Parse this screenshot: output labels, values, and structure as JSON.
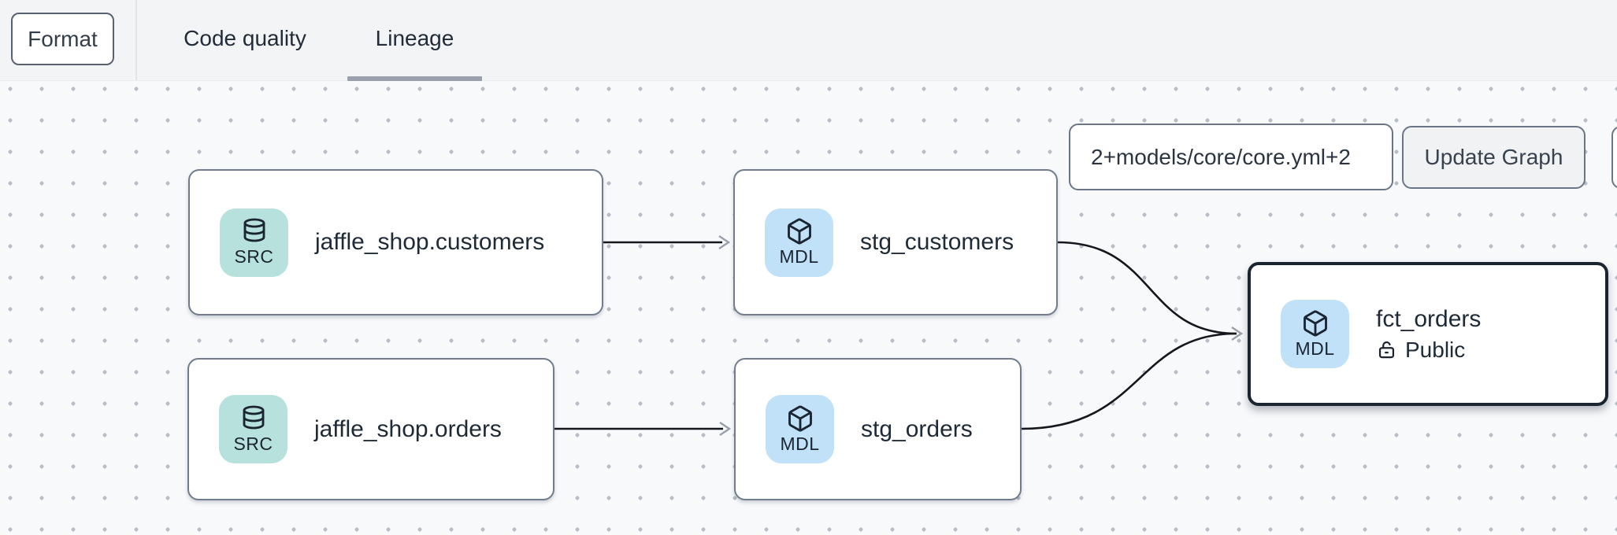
{
  "topbar": {
    "format_label": "Format",
    "tabs": [
      {
        "label": "Code quality",
        "active": false
      },
      {
        "label": "Lineage",
        "active": true
      }
    ]
  },
  "lineage_controls": {
    "selector_value": "2+models/core/core.yml+2",
    "update_button_label": "Update Graph"
  },
  "nodes": [
    {
      "title": "jaffle_shop.customers",
      "badge": "SRC",
      "icon": "database-icon",
      "kind": "source",
      "selected": false
    },
    {
      "title": "jaffle_shop.orders",
      "badge": "SRC",
      "icon": "database-icon",
      "kind": "source",
      "selected": false
    },
    {
      "title": "stg_customers",
      "badge": "MDL",
      "icon": "cube-icon",
      "kind": "model",
      "selected": false
    },
    {
      "title": "stg_orders",
      "badge": "MDL",
      "icon": "cube-icon",
      "kind": "model",
      "selected": false
    },
    {
      "title": "fct_orders",
      "badge": "MDL",
      "icon": "cube-icon",
      "kind": "model",
      "selected": true,
      "access": "Public",
      "access_icon": "unlock-icon"
    }
  ],
  "edges": [
    {
      "from": "jaffle_shop.customers",
      "to": "stg_customers"
    },
    {
      "from": "jaffle_shop.orders",
      "to": "stg_orders"
    },
    {
      "from": "stg_customers",
      "to": "fct_orders"
    },
    {
      "from": "stg_orders",
      "to": "fct_orders"
    }
  ],
  "colors": {
    "topbar_bg": "#f3f4f6",
    "canvas_bg": "#f8f9fb",
    "canvas_dots": "#b9bdc6",
    "node_border": "#717c8c",
    "selected_node_border": "#1b2531",
    "source_badge_bg": "#b7e1dc",
    "model_badge_bg": "#c0e1f8",
    "title_text": "#1f2a37",
    "edge_line": "#14171c",
    "arrowhead": "#99a0aa",
    "tab_underline": "#9aa1ad"
  }
}
